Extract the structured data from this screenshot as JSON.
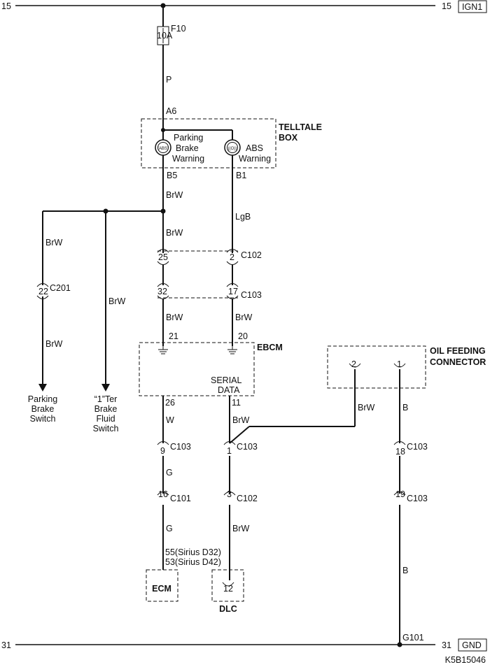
{
  "rails": {
    "top_left_num": "15",
    "top_right_num": "15",
    "top_label": "IGN1",
    "bottom_left_num": "31",
    "bottom_right_num": "31",
    "bottom_label": "GND"
  },
  "fuse": {
    "name": "F10",
    "rating": "10A"
  },
  "wires": {
    "p": "P",
    "brw_1": "BrW",
    "brw_2": "BrW",
    "lgb": "LgB",
    "brw_left": "BrW",
    "brw_mid": "BrW",
    "brw_3": "BrW",
    "brw_4": "BrW",
    "w": "W",
    "brw_5": "BrW",
    "g_1": "G",
    "g_2": "G",
    "brw_6": "BrW",
    "brw_oil": "BrW",
    "b_1": "B",
    "b_2": "B"
  },
  "telltale": {
    "title_1": "TELLTALE",
    "title_2": "BOX",
    "pin_in": "A6",
    "pin_b5": "B5",
    "pin_b1": "B1",
    "lamp1_icon": "(ABS)",
    "lamp2_icon": "((O))",
    "lamp1_l1": "Parking",
    "lamp1_l2": "Brake",
    "lamp1_l3": "Warning",
    "lamp2_l1": "ABS",
    "lamp2_l2": "Warning"
  },
  "connectors": {
    "c102_top_l": "25",
    "c102_top_r": "2",
    "c102_top_name": "C102",
    "c103_top_l": "32",
    "c103_top_r": "17",
    "c103_top_name": "C103",
    "c201_pin": "22",
    "c201_name": "C201",
    "c103_a_pin": "9",
    "c103_a_name": "C103",
    "c103_b_pin": "1",
    "c103_b_name": "C103",
    "c101_pin": "16",
    "c101_name": "C101",
    "c102_b_pin": "3",
    "c102_b_name": "C102",
    "c103_c_pin": "18",
    "c103_c_name": "C103",
    "c103_d_pin": "19",
    "c103_d_name": "C103"
  },
  "ebcm": {
    "title": "EBCM",
    "pin_21": "21",
    "pin_20": "20",
    "pin_26": "26",
    "pin_11": "11",
    "serial_1": "SERIAL",
    "serial_2": "DATA"
  },
  "oil": {
    "title_1": "OIL FEEDING",
    "title_2": "CONNECTOR",
    "pin_2": "2",
    "pin_1": "1"
  },
  "ecm": {
    "pin_1": "55(Sirius D32)",
    "pin_2": "53(Sirius D42)",
    "label": "ECM"
  },
  "dlc": {
    "pin": "12",
    "label": "DLC"
  },
  "ground": {
    "label": "G101"
  },
  "outputs": {
    "parking_1": "Parking",
    "parking_2": "Brake",
    "parking_3": "Switch",
    "fluid_1": "“1”Ter",
    "fluid_2": "Brake",
    "fluid_3": "Fluid",
    "fluid_4": "Switch"
  },
  "code": "K5B15046"
}
